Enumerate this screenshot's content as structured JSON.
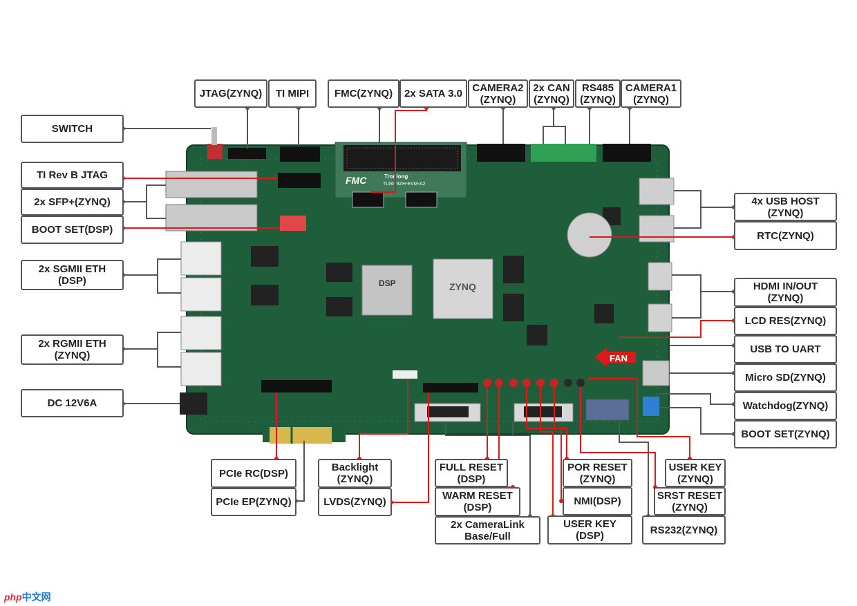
{
  "board": {
    "fmc_text": "FMC",
    "vendor": "Tronlong",
    "model": "TL6678ZH-EVM-A2",
    "dsp_chip": "DSP",
    "zynq_chip": "ZYNQ",
    "fan_label": "FAN"
  },
  "callouts": {
    "switch": "SWITCH",
    "jtag_zynq": "JTAG(ZYNQ)",
    "ti_mipi": "TI MIPI",
    "fmc_zynq": "FMC(ZYNQ)",
    "sata": "2x SATA 3.0",
    "camera2": "CAMERA2\n(ZYNQ)",
    "can": "2x CAN\n(ZYNQ)",
    "rs485": "RS485\n(ZYNQ)",
    "camera1": "CAMERA1\n(ZYNQ)",
    "ti_jtag": "TI Rev B JTAG",
    "sfp": "2x SFP+(ZYNQ)",
    "boot_dsp": "BOOT SET(DSP)",
    "sgmii": "2x SGMII ETH\n(DSP)",
    "rgmii": "2x RGMII ETH\n(ZYNQ)",
    "dc": "DC 12V6A",
    "usb_host": "4x USB HOST\n(ZYNQ)",
    "rtc": "RTC(ZYNQ)",
    "hdmi": "HDMI IN/OUT\n(ZYNQ)",
    "lcd_res": "LCD RES(ZYNQ)",
    "usb_uart": "USB TO UART",
    "micro_sd": "Micro SD(ZYNQ)",
    "watchdog": "Watchdog(ZYNQ)",
    "boot_zynq": "BOOT SET(ZYNQ)",
    "pcie_rc": "PCIe RC(DSP)",
    "pcie_ep": "PCIe EP(ZYNQ)",
    "backlight": "Backlight\n(ZYNQ)",
    "lvds": "LVDS(ZYNQ)",
    "full_reset": "FULL RESET\n(DSP)",
    "warm_reset": "WARM RESET\n(DSP)",
    "cameralink": "2x CameraLink\nBase/Full",
    "por_reset": "POR RESET\n(ZYNQ)",
    "nmi": "NMI(DSP)",
    "user_key_dsp": "USER KEY\n(DSP)",
    "user_key_zynq": "USER KEY\n(ZYNQ)",
    "srst_reset": "SRST RESET\n(ZYNQ)",
    "rs232": "RS232(ZYNQ)"
  },
  "watermark": {
    "brand": "php",
    "site": "中文网"
  },
  "colors": {
    "board": "#1f5e3b",
    "red_line": "#d81b1b",
    "grey_line": "#555555",
    "border": "#555555"
  }
}
